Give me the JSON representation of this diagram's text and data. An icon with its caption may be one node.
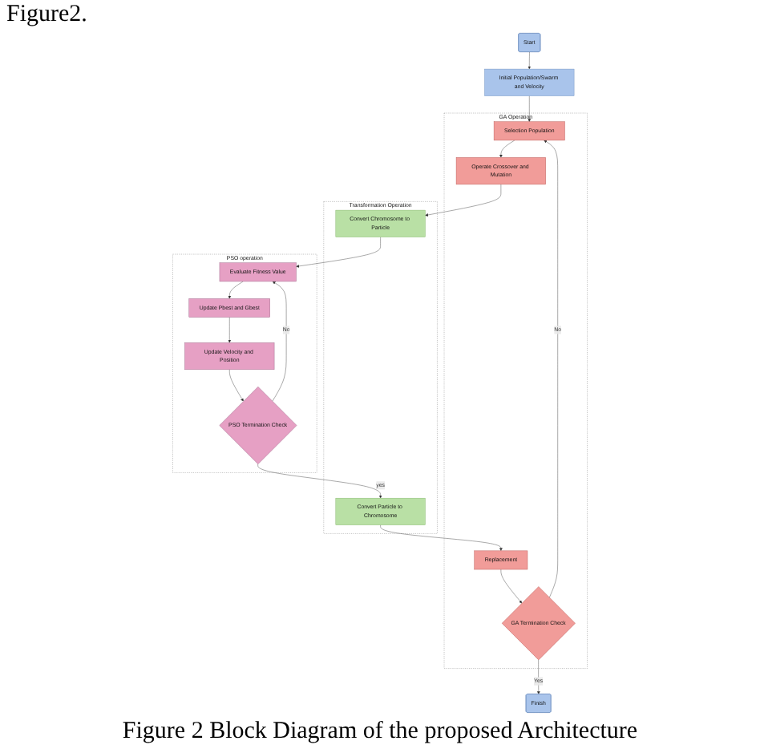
{
  "diagram": {
    "caption": "Figure 2 Block Diagram of the proposed Architecture",
    "nodes": [
      {
        "text": [
          "Start"
        ]
      },
      {
        "text": [
          "Initial Population/Swarm and Velocity"
        ]
      },
      {
        "text": [
          "GA Operation"
        ]
      },
      {
        "text": [
          "Selection Population"
        ],
        "in": 2
      },
      {
        "text": [
          "Operate Crossover and Mutation"
        ],
        "in": 2
      },
      {
        "text": [
          "GA Termination Check"
        ],
        "in": 2
      },
      {
        "text": [
          "Finish"
        ]
      },
      {
        "text": [
          "Replacement"
        ],
        "in": 2
      },
      {
        "text": [
          "Transformation Operation"
        ]
      },
      {
        "text": [
          "Convert Chromosome to Particle"
        ],
        "in": 8
      },
      {
        "text": [
          "Convert Particle to Chromosome"
        ],
        "in": 8
      },
      {
        "text": [
          "PSO operation"
        ]
      },
      {
        "text": [
          "Evaluate Fitness Value"
        ],
        "in": 11
      },
      {
        "text": [
          "Update Pbest and Gbest"
        ],
        "in": 11
      },
      {
        "text": [
          "Update Velocity and Position"
        ],
        "in": 11
      },
      {
        "text": [
          "PSO Termination Check"
        ],
        "in": 11
      }
    ],
    "edges": [
      {
        "from": 0,
        "to": 1,
        "arrow": "to"
      },
      {
        "from": 1,
        "to": 3,
        "arrow": "to"
      },
      {
        "from": 3,
        "to": 4,
        "arrow": "to"
      },
      {
        "from": 4,
        "to": 9,
        "arrow": "to"
      },
      {
        "from": 9,
        "to": 12,
        "arrow": "to"
      },
      {
        "from": 12,
        "to": 13,
        "arrow": "to"
      },
      {
        "from": 13,
        "to": 14,
        "arrow": "to"
      },
      {
        "from": 14,
        "to": 15,
        "arrow": "to"
      },
      {
        "from": 15,
        "to": 12,
        "label": "No",
        "arrow": "to"
      },
      {
        "from": 15,
        "to": 10,
        "label": "yes",
        "arrow": "to"
      },
      {
        "from": 10,
        "to": 7,
        "arrow": "to"
      },
      {
        "from": 7,
        "to": 5,
        "arrow": "to"
      },
      {
        "from": 5,
        "to": 3,
        "label": "No",
        "arrow": "to"
      },
      {
        "from": 5,
        "to": 6,
        "label": "Yes",
        "arrow": "to"
      }
    ],
    "labels": [
      "Figure2."
    ]
  }
}
